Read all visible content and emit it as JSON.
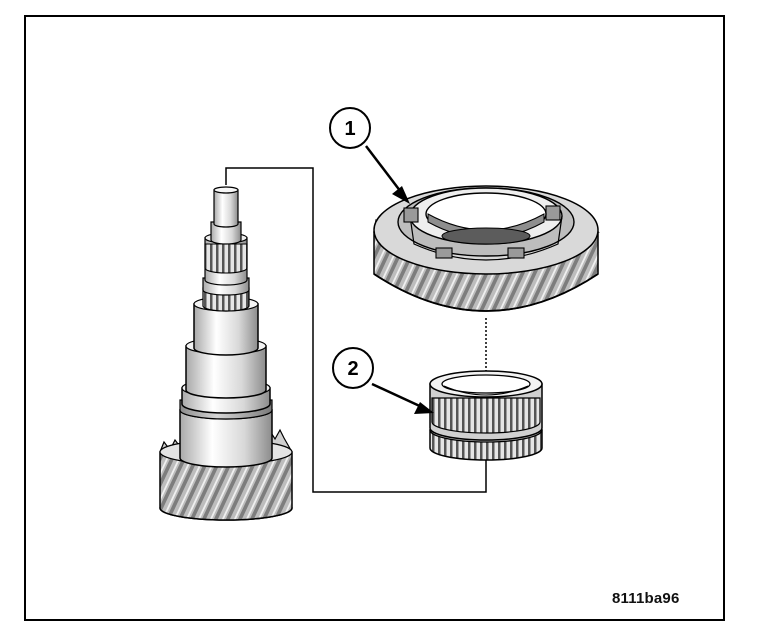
{
  "figure": {
    "reference_code": "8111ba96",
    "callouts": [
      {
        "number": "1",
        "part": "gear"
      },
      {
        "number": "2",
        "part": "needle-bearing"
      }
    ]
  }
}
